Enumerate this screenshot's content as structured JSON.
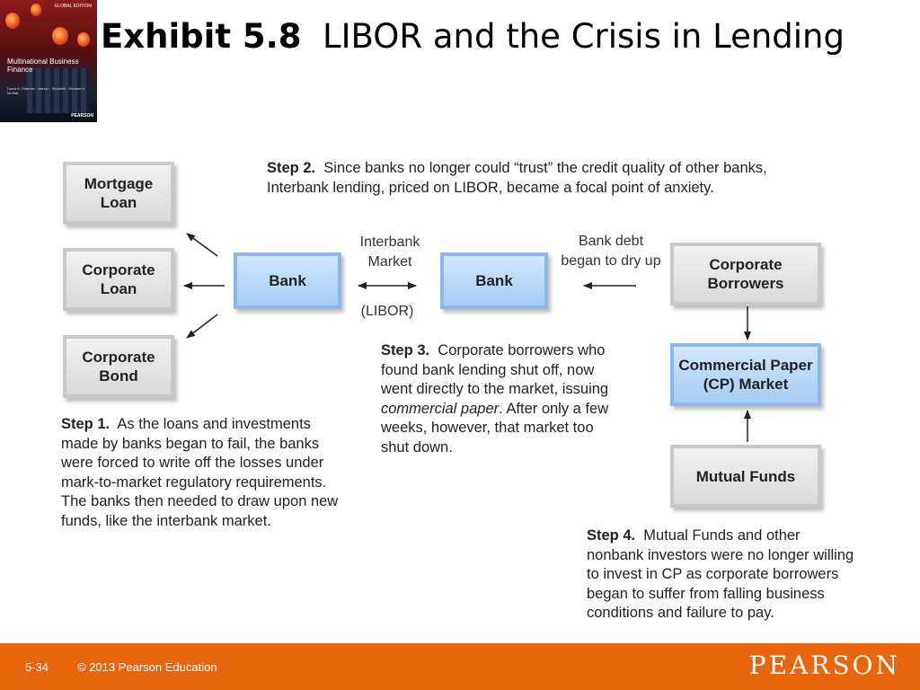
{
  "header": {
    "exhibit": "Exhibit 5.8",
    "title": "LIBOR and the Crisis in Lending"
  },
  "cover": {
    "edition": "GLOBAL EDITION",
    "title": "Multinational Business Finance",
    "authors": "David K. Eiteman · Arthur I. Stonehill · Michael H. Moffett",
    "publisher": "PEARSON"
  },
  "diagram": {
    "boxes": {
      "mortgage_loan": "Mortgage Loan",
      "corporate_loan": "Corporate Loan",
      "corporate_bond": "Corporate Bond",
      "bank_left": "Bank",
      "bank_right": "Bank",
      "corporate_borrowers": "Corporate Borrowers",
      "cp_market": "Commercial Paper (CP) Market",
      "mutual_funds": "Mutual Funds"
    },
    "labels": {
      "interbank_market": "Interbank Market",
      "libor": "(LIBOR)",
      "bank_debt": "Bank debt began to dry up"
    },
    "steps": {
      "step1_label": "Step 1.",
      "step1_text": "As the loans and investments made by banks began to fail, the banks were forced to write off the losses under mark-to-market regulatory requirements. The banks then needed to draw upon new funds, like the interbank market.",
      "step2_label": "Step 2.",
      "step2_text": "Since banks no longer could “trust” the credit quality of other banks, Interbank lending, priced on LIBOR, became a focal point of anxiety.",
      "step3_label": "Step 3.",
      "step3_text_a": "Corporate borrowers who found bank lending shut off, now went directly to the market, issuing ",
      "step3_italic": "commercial paper",
      "step3_text_b": ". After only a few weeks, however, that market too shut down.",
      "step4_label": "Step 4.",
      "step4_text": "Mutual Funds and other nonbank investors were no longer willing to invest in CP as corporate borrowers began to suffer from falling business conditions and failure to pay."
    }
  },
  "footer": {
    "page": "5-34",
    "copyright": "© 2013 Pearson Education",
    "brand": "PEARSON"
  },
  "colors": {
    "footer": "#e8650c",
    "blue_box": "#a6cdf4",
    "gray_box": "#d9d9d9"
  }
}
